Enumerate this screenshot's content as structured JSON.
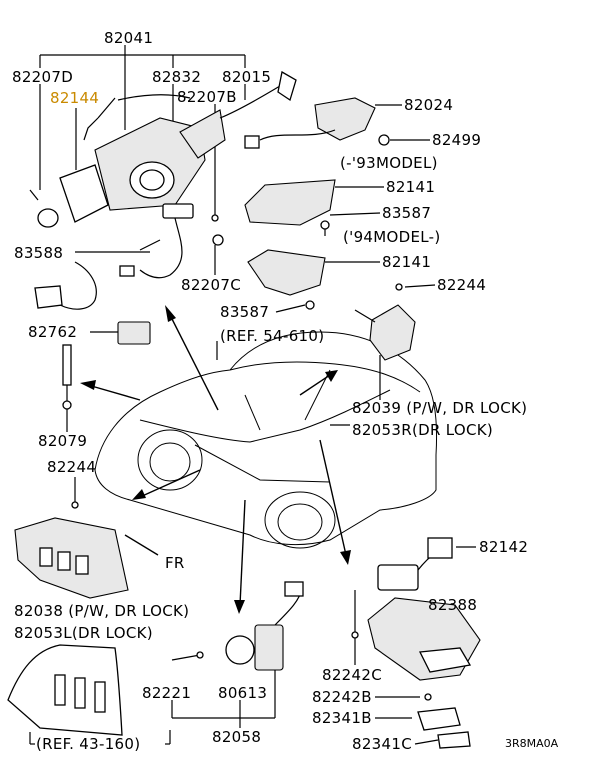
{
  "labels": {
    "p82041": "82041",
    "p82207D": "82207D",
    "p82832": "82832",
    "p82015": "82015",
    "p82144": "82144",
    "p82207B": "82207B",
    "p82024": "82024",
    "p82499": "82499",
    "m93": "(-'93MODEL)",
    "p82141a": "82141",
    "p83587a": "83587",
    "m94": "('94MODEL-)",
    "p83588": "83588",
    "p82141b": "82141",
    "p82207C": "82207C",
    "p82244a": "82244",
    "p83587b": "83587",
    "p82762": "82762",
    "ref54": "(REF. 54-610)",
    "p82039": "82039 (P/W, DR LOCK)",
    "p82053R": "82053R(DR LOCK)",
    "p82079": "82079",
    "p82244b": "82244",
    "fr": "FR",
    "p82142": "82142",
    "p82388": "82388",
    "p82038": "82038 (P/W, DR LOCK)",
    "p82053L": "82053L(DR LOCK)",
    "p82242C": "82242C",
    "p82221": "82221",
    "p80613": "80613",
    "p82242B": "82242B",
    "p82341B": "82341B",
    "p82058": "82058",
    "ref43": "(REF. 43-160)",
    "p82341C": "82341C",
    "code": "3R8MA0A"
  },
  "colors": {
    "highlight": "#c98a00",
    "ink": "#000000"
  }
}
